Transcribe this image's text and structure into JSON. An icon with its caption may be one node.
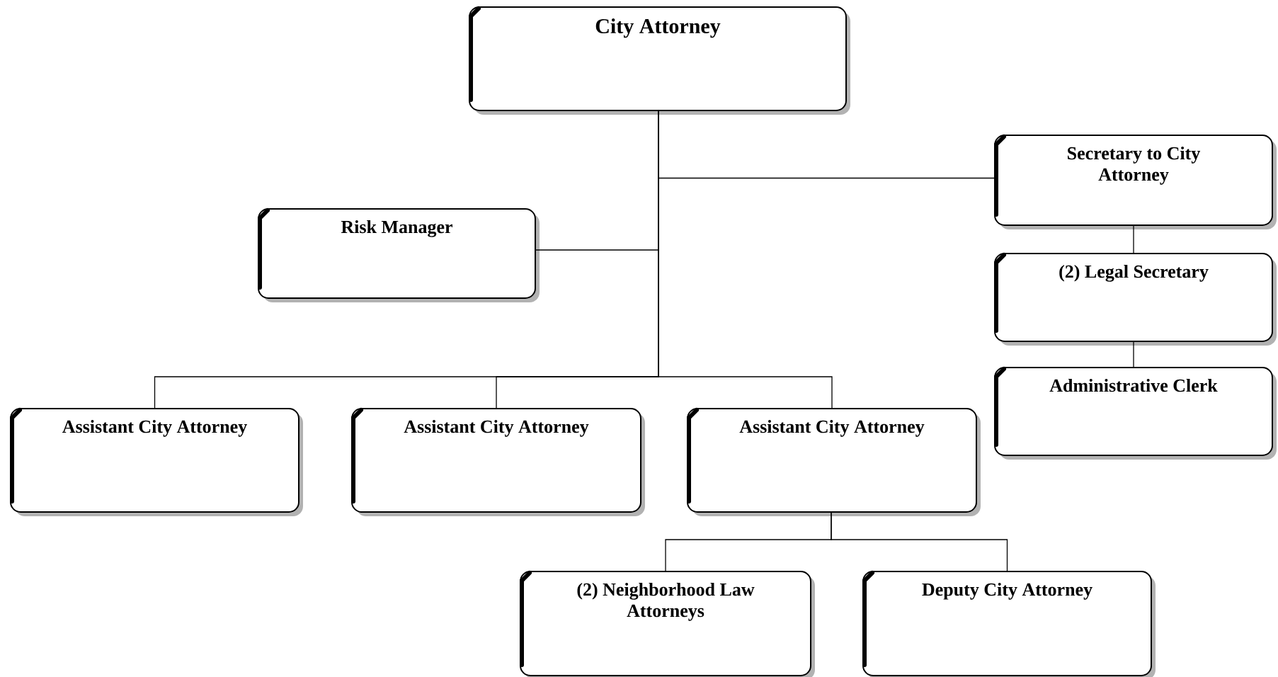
{
  "diagram": {
    "nodes": [
      {
        "text": [
          "City Attorney"
        ]
      },
      {
        "text": [
          "Secretary to City Attorney"
        ]
      },
      {
        "text": [
          "Risk Manager"
        ]
      },
      {
        "text": [
          "(2) Legal Secretary"
        ]
      },
      {
        "text": [
          "Administrative Clerk"
        ]
      },
      {
        "text": [
          "Assistant City Attorney"
        ]
      },
      {
        "text": [
          "Assistant City Attorney"
        ]
      },
      {
        "text": [
          "Assistant City Attorney"
        ]
      },
      {
        "text": [
          "(2) Neighborhood Law Attorneys"
        ]
      },
      {
        "text": [
          "Deputy City Attorney"
        ]
      }
    ],
    "edges": [
      {
        "from": 0,
        "to": 1,
        "arrow": "none"
      },
      {
        "from": 0,
        "to": 2,
        "arrow": "none"
      },
      {
        "from": 1,
        "to": 3,
        "arrow": "none"
      },
      {
        "from": 3,
        "to": 4,
        "arrow": "none"
      },
      {
        "from": 0,
        "to": 5,
        "arrow": "none"
      },
      {
        "from": 0,
        "to": 6,
        "arrow": "none"
      },
      {
        "from": 0,
        "to": 7,
        "arrow": "none"
      },
      {
        "from": 7,
        "to": 8,
        "arrow": "none"
      },
      {
        "from": 7,
        "to": 9,
        "arrow": "none"
      }
    ]
  }
}
